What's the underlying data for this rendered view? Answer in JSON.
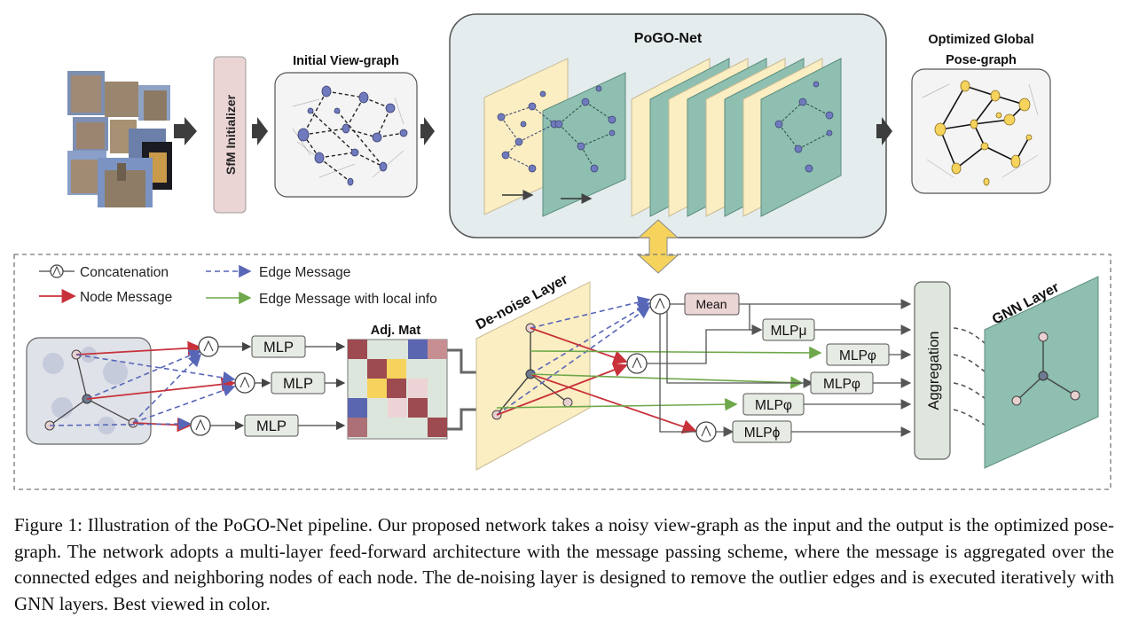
{
  "figure": {
    "labels": {
      "sfm_initializer": "SfM Initializer",
      "initial_view_graph": "Initial View-graph",
      "pogo_net": "PoGO-Net",
      "optimized_line1": "Optimized Global",
      "optimized_line2": "Pose-graph",
      "adj_mat": "Adj. Mat",
      "denoise_layer": "De-noise Layer",
      "gnn_layer": "GNN Layer",
      "aggregation": "Aggregation",
      "mean": "Mean",
      "mlp": "MLP",
      "mlp_mu": "MLPμ",
      "mlp_phi": "MLPφ",
      "mlp_phi_var": "MLPϕ"
    },
    "legend": {
      "concatenation": "Concatenation",
      "edge_message": "Edge Message",
      "node_message": "Node Message",
      "edge_message_local": "Edge Message with local info"
    },
    "colors": {
      "yellow_panel": "#fbeec2",
      "teal_panel": "#8ebfb0",
      "node_blue": "#6f7bbd",
      "node_yellow": "#f5d35c",
      "red_arrow": "#c8313a",
      "blue_dashed": "#5866b8",
      "green_arrow": "#6ea84a",
      "pink_box": "#ebd4d4",
      "gray_box": "#e6ebe4"
    }
  },
  "caption": {
    "text": "Figure 1: Illustration of the PoGO-Net pipeline. Our proposed network takes a noisy view-graph as the input and the output is the optimized pose-graph. The network adopts a multi-layer feed-forward architecture with the message passing scheme, where the message is aggregated over the connected edges and neighboring nodes of each node. The de-noising layer is designed to remove the outlier edges and is executed iteratively with GNN layers. Best viewed in color."
  }
}
